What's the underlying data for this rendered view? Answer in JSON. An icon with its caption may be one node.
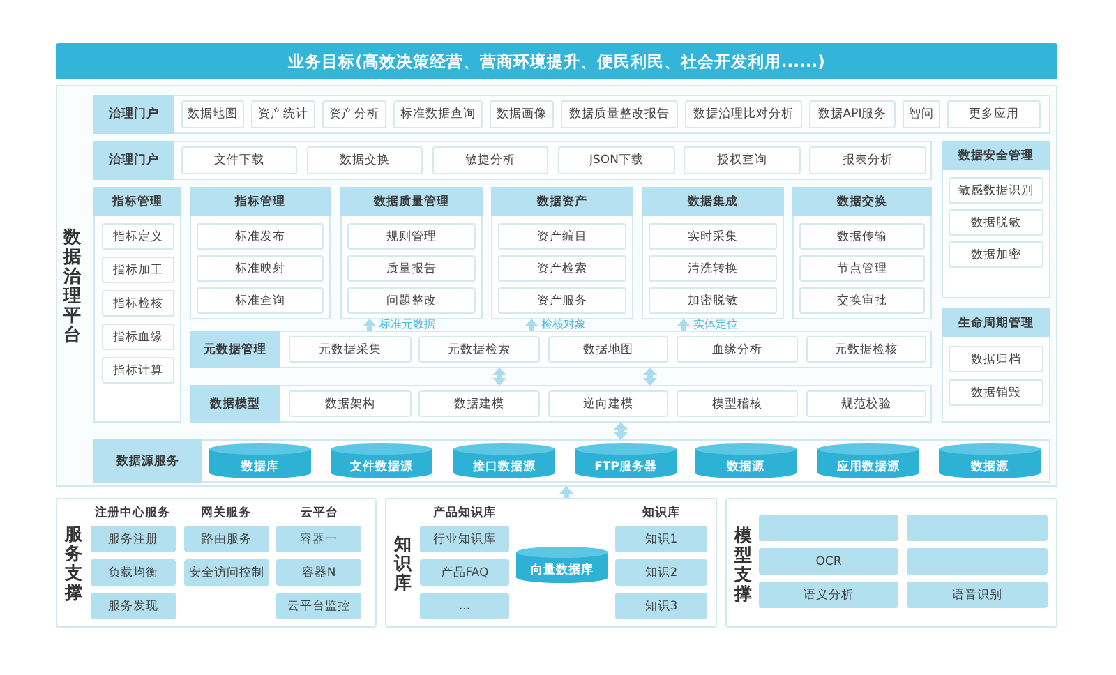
{
  "diagram": {
    "nodes": [
      {
        "text": [
          "业务目标(高效决策经营、营商环境提升、便民利民、社会开发利用......)"
        ]
      },
      {
        "text": [
          "数据治理平台"
        ]
      },
      {
        "text": [
          "治理门户"
        ],
        "in": 1
      },
      {
        "text": [
          "数据地图"
        ],
        "in": 2
      },
      {
        "text": [
          "资产统计"
        ],
        "in": 2
      },
      {
        "text": [
          "资产分析"
        ],
        "in": 2
      },
      {
        "text": [
          "标准数据查询"
        ],
        "in": 2
      },
      {
        "text": [
          "数据画像"
        ],
        "in": 2
      },
      {
        "text": [
          "数据质量整改报告"
        ],
        "in": 2
      },
      {
        "text": [
          "数据治理比对分析"
        ],
        "in": 2
      },
      {
        "text": [
          "数据API服务"
        ],
        "in": 2
      },
      {
        "text": [
          "智问"
        ],
        "in": 2
      },
      {
        "text": [
          "更多应用"
        ],
        "in": 2
      },
      {
        "text": [
          "治理门户"
        ],
        "in": 1
      },
      {
        "text": [
          "文件下载"
        ],
        "in": 13
      },
      {
        "text": [
          "数据交换"
        ],
        "in": 13
      },
      {
        "text": [
          "敏捷分析"
        ],
        "in": 13
      },
      {
        "text": [
          "JSON下载"
        ],
        "in": 13
      },
      {
        "text": [
          "授权查询"
        ],
        "in": 13
      },
      {
        "text": [
          "报表分析"
        ],
        "in": 13
      },
      {
        "text": [
          "指标管理"
        ],
        "in": 1
      },
      {
        "text": [
          "指标定义"
        ],
        "in": 20
      },
      {
        "text": [
          "指标加工"
        ],
        "in": 20
      },
      {
        "text": [
          "指标检核"
        ],
        "in": 20
      },
      {
        "text": [
          "指标血缘"
        ],
        "in": 20
      },
      {
        "text": [
          "指标计算"
        ],
        "in": 20
      },
      {
        "text": [
          "指标管理"
        ],
        "in": 1
      },
      {
        "text": [
          "标准发布"
        ],
        "in": 26
      },
      {
        "text": [
          "标准映射"
        ],
        "in": 26
      },
      {
        "text": [
          "标准查询"
        ],
        "in": 26
      },
      {
        "text": [
          "数据质量管理"
        ],
        "in": 1
      },
      {
        "text": [
          "规则管理"
        ],
        "in": 30
      },
      {
        "text": [
          "质量报告"
        ],
        "in": 30
      },
      {
        "text": [
          "问题整改"
        ],
        "in": 30
      },
      {
        "text": [
          "数据资产"
        ],
        "in": 1
      },
      {
        "text": [
          "资产编目"
        ],
        "in": 34
      },
      {
        "text": [
          "资产检索"
        ],
        "in": 34
      },
      {
        "text": [
          "资产服务"
        ],
        "in": 34
      },
      {
        "text": [
          "数据集成"
        ],
        "in": 1
      },
      {
        "text": [
          "实时采集"
        ],
        "in": 38
      },
      {
        "text": [
          "清洗转换"
        ],
        "in": 38
      },
      {
        "text": [
          "加密脱敏"
        ],
        "in": 38
      },
      {
        "text": [
          "数据交换"
        ],
        "in": 1
      },
      {
        "text": [
          "数据传输"
        ],
        "in": 42
      },
      {
        "text": [
          "节点管理"
        ],
        "in": 42
      },
      {
        "text": [
          "交换审批"
        ],
        "in": 42
      },
      {
        "text": [
          "数据安全管理"
        ],
        "in": 1
      },
      {
        "text": [
          "敏感数据识别"
        ],
        "in": 46
      },
      {
        "text": [
          "数据脱敏"
        ],
        "in": 46
      },
      {
        "text": [
          "数据加密"
        ],
        "in": 46
      },
      {
        "text": [
          "生命周期管理"
        ],
        "in": 1
      },
      {
        "text": [
          "数据归档"
        ],
        "in": 50
      },
      {
        "text": [
          "数据销毁"
        ],
        "in": 50
      },
      {
        "text": [
          "元数据管理"
        ],
        "in": 1
      },
      {
        "text": [
          "元数据采集"
        ],
        "in": 53
      },
      {
        "text": [
          "元数据检索"
        ],
        "in": 53
      },
      {
        "text": [
          "数据地图"
        ],
        "in": 53
      },
      {
        "text": [
          "血缘分析"
        ],
        "in": 53
      },
      {
        "text": [
          "元数据检核"
        ],
        "in": 53
      },
      {
        "text": [
          "数据模型"
        ],
        "in": 1
      },
      {
        "text": [
          "数据架构"
        ],
        "in": 59
      },
      {
        "text": [
          "数据建模"
        ],
        "in": 59
      },
      {
        "text": [
          "逆向建模"
        ],
        "in": 59
      },
      {
        "text": [
          "模型稽核"
        ],
        "in": 59
      },
      {
        "text": [
          "规范校验"
        ],
        "in": 59
      },
      {
        "text": [
          "数据源服务"
        ],
        "in": 1
      },
      {
        "text": [
          "数据库"
        ],
        "in": 65
      },
      {
        "text": [
          "文件数据源"
        ],
        "in": 65
      },
      {
        "text": [
          "接口数据源"
        ],
        "in": 65
      },
      {
        "text": [
          "FTP服务器"
        ],
        "in": 65
      },
      {
        "text": [
          "数据源"
        ],
        "in": 65
      },
      {
        "text": [
          "应用数据源"
        ],
        "in": 65
      },
      {
        "text": [
          "数据源"
        ],
        "in": 65
      },
      {
        "text": [
          "服务支撑"
        ]
      },
      {
        "text": [
          "服务注册"
        ],
        "in": 73
      },
      {
        "text": [
          "负载均衡"
        ],
        "in": 73
      },
      {
        "text": [
          "服务发现"
        ],
        "in": 73
      },
      {
        "text": [
          "路由服务"
        ],
        "in": 73
      },
      {
        "text": [
          "安全访问控制"
        ],
        "in": 73
      },
      {
        "text": [
          "容器一"
        ],
        "in": 73
      },
      {
        "text": [
          "容器N"
        ],
        "in": 73
      },
      {
        "text": [
          "云平台监控"
        ],
        "in": 73
      },
      {
        "text": [
          "知识库"
        ]
      },
      {
        "text": [
          "行业知识库"
        ],
        "in": 82
      },
      {
        "text": [
          "产品FAQ"
        ],
        "in": 82
      },
      {
        "text": [
          "..."
        ],
        "in": 82
      },
      {
        "text": [
          "向量数据库"
        ],
        "in": 82
      },
      {
        "text": [
          "知识1"
        ],
        "in": 82
      },
      {
        "text": [
          "知识2"
        ],
        "in": 82
      },
      {
        "text": [
          "知识3"
        ],
        "in": 82
      },
      {
        "text": [
          "模型支撑"
        ]
      },
      {
        "text": [],
        "shape": "box",
        "in": 90
      },
      {
        "text": [],
        "shape": "box",
        "in": 90
      },
      {
        "text": [
          "OCR"
        ],
        "in": 90
      },
      {
        "text": [],
        "shape": "box",
        "in": 90
      },
      {
        "text": [
          "语义分析"
        ],
        "in": 90
      },
      {
        "text": [
          "语音识别"
        ],
        "in": 90
      }
    ],
    "edges": [
      {
        "from": 53,
        "to": 30,
        "arrow": "to",
        "label": "标准元数据"
      },
      {
        "from": 53,
        "to": 34,
        "arrow": "to",
        "label": "检核对象"
      },
      {
        "from": 53,
        "to": 38,
        "arrow": "to",
        "label": "实体定位"
      },
      {
        "from": 53,
        "to": 59,
        "arrow": "both"
      },
      {
        "from": 53,
        "to": 59,
        "arrow": "both"
      },
      {
        "from": 59,
        "to": 65,
        "arrow": "both"
      },
      {
        "from": 82,
        "to": 1,
        "arrow": "to"
      }
    ],
    "labels": [
      "注册中心服务",
      "网关服务",
      "云平台",
      "产品知识库",
      "知识库"
    ]
  }
}
